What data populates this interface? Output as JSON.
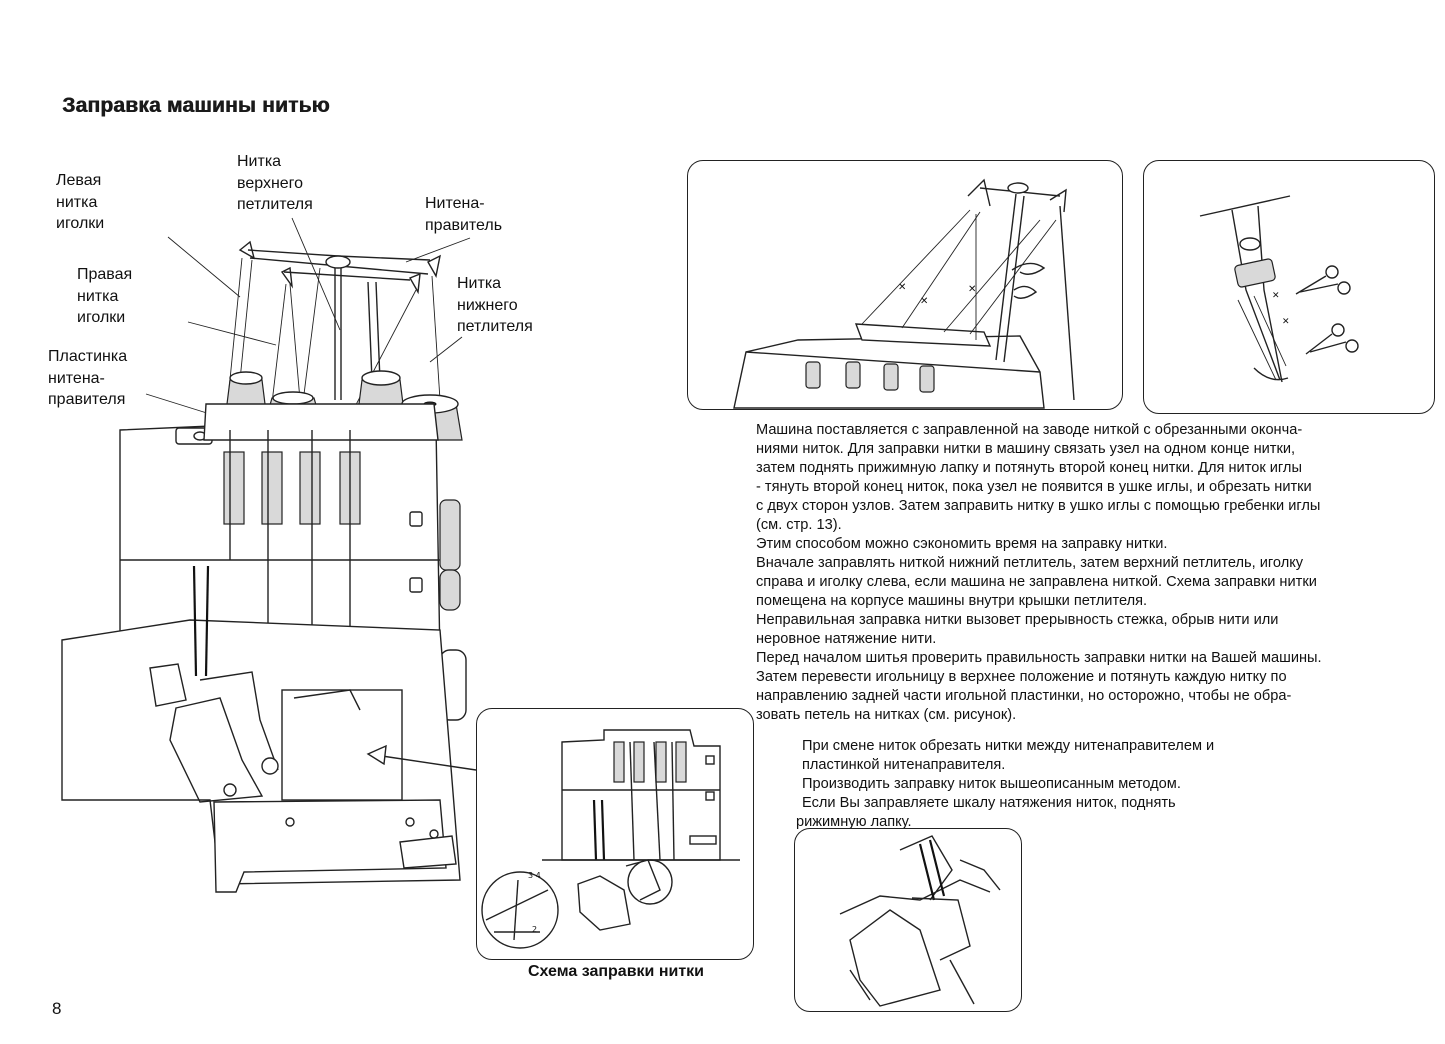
{
  "page": {
    "title": "Заправка машины нитью",
    "page_number": "8"
  },
  "labels": {
    "left_needle": [
      "Левая",
      "нитка",
      "иголки"
    ],
    "upper_looper": [
      "Нитка",
      "верхнего",
      "петлителя"
    ],
    "thread_guide": [
      "Нитена-",
      "правитель"
    ],
    "right_needle": [
      "Правая",
      "нитка",
      "иголки"
    ],
    "lower_looper": [
      "Нитка",
      "нижнего",
      "петлителя"
    ],
    "guide_plate": [
      "Пластинка",
      "нитена-",
      "правителя"
    ]
  },
  "instructions": {
    "lines": [
      "Машина поставляется с заправленной на заводе ниткой с обрезанными оконча-",
      "ниями ниток. Для заправки нитки в машину связать узел на одном конце нитки,",
      "затем поднять прижимную лапку и потянуть второй конец нитки. Для ниток иглы",
      "- тянуть второй конец ниток, пока узел не появится в ушке иглы, и обрезать нитки",
      "с двух сторон узлов. Затем заправить нитку в ушко иглы с помощью гребенки иглы",
      "(см. стр. 13).",
      "Этим способом можно сэкономить время на заправку нитки.",
      "Вначале заправлять ниткой нижний петлитель, затем верхний петлитель, иголку",
      "справа и иголку слева, если машина не заправлена ниткой. Схема заправки нитки",
      "помещена на корпусе машины внутри крышки петлителя.",
      "Неправильная заправка нитки вызовет прерывность стежка, обрыв нити или",
      "неровное натяжение нити.",
      "Перед началом шитья проверить правильность заправки нитки на Вашей машины.",
      "Затем перевести игольницу в верхнее положение и потянуть каждую нитку по",
      "направлению задней части игольной пластинки, но осторожно, чтобы не обра-",
      "зовать петель на нитках (см. рисунок)."
    ],
    "notes": [
      "При смене ниток обрезать нитки между нитенаправителем и",
      " пластинкой нитенаправителя.",
      "Производить заправку ниток вышеописанным методом.",
      "Если Вы заправляете шкалу натяжения ниток, поднять",
      "рижимную лапку."
    ]
  },
  "caption": "Схема заправки нитки",
  "colors": {
    "ink": "#111111",
    "paper": "#ffffff"
  }
}
